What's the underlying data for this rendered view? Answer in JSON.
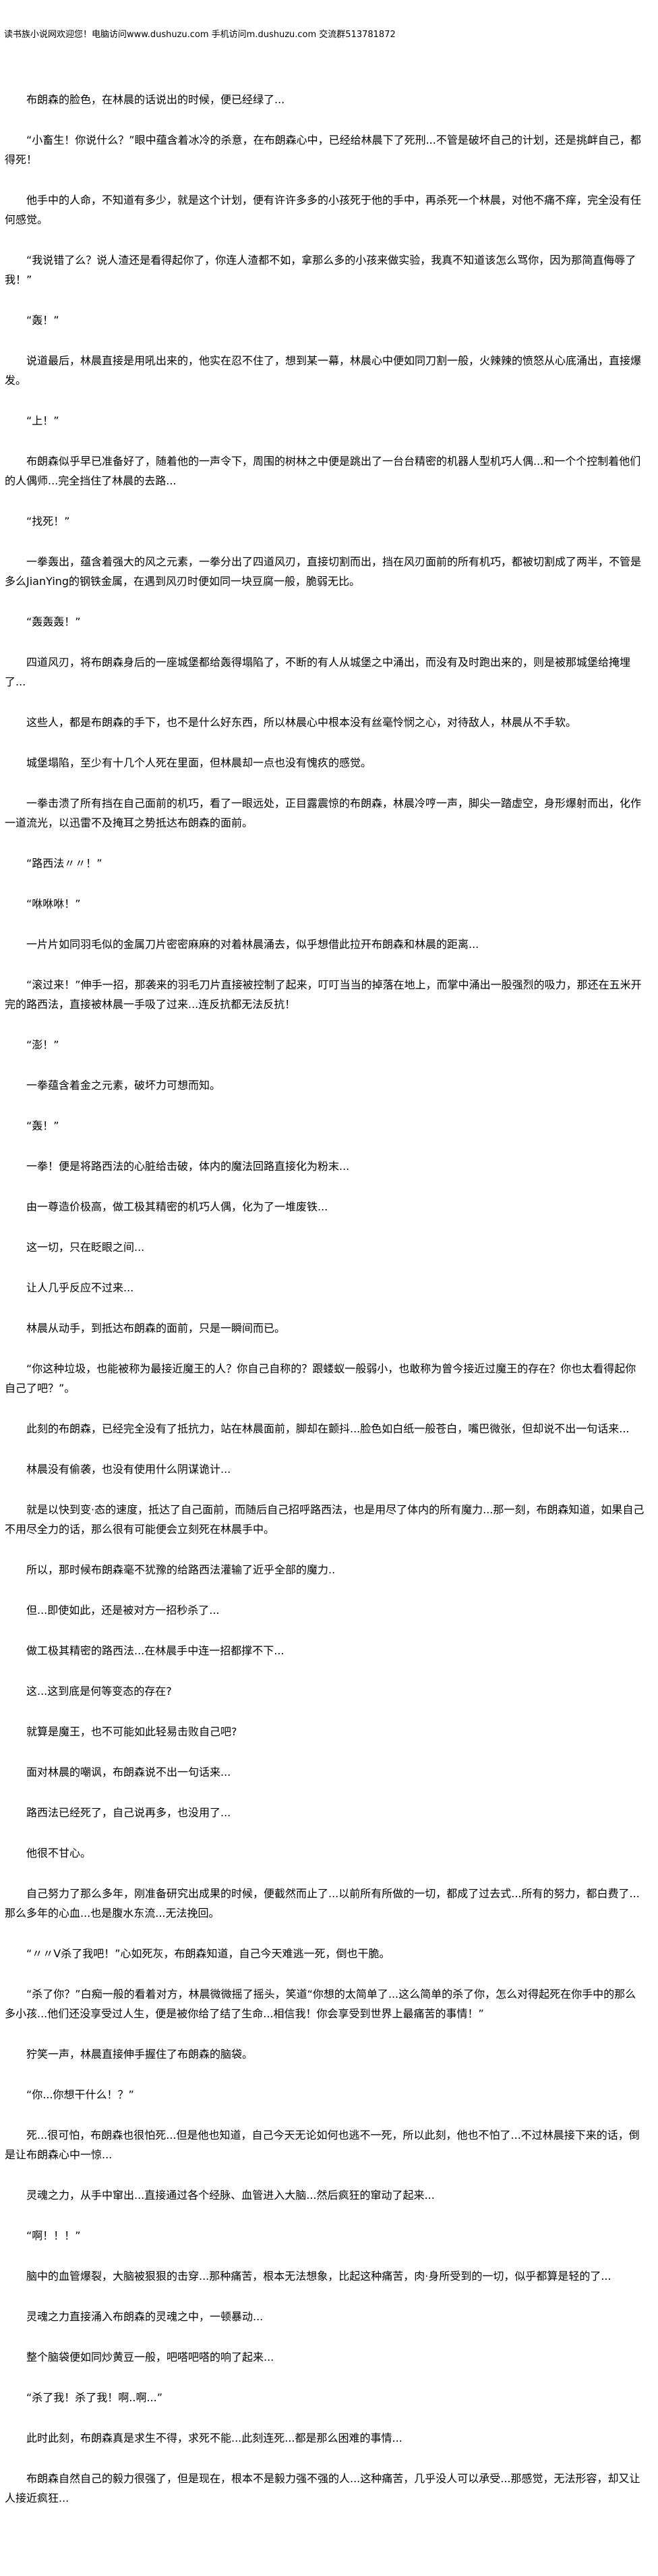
{
  "banner": "读书族小说网欢迎您！电脑访问www.dushuzu.com 手机访问m.dushuzu.com 交流群513781872",
  "paragraphs": [
    "布朗森的脸色，在林晨的话说出的时候，便已经绿了...",
    "“小畜生！你说什么？”眼中蕴含着冰冷的杀意，在布朗森心中，已经给林晨下了死刑...不管是破坏自己的计划，还是挑衅自己，都得死！",
    "他手中的人命，不知道有多少，就是这个计划，便有许许多多的小孩死于他的手中，再杀死一个林晨，对他不痛不痒，完全没有任何感觉。",
    "“我说错了么？说人渣还是看得起你了，你连人渣都不如，拿那么多的小孩来做实验，我真不知道该怎么骂你，因为那简直侮辱了我！”",
    "“轰！”",
    "说道最后，林晨直接是用吼出来的，他实在忍不住了，想到某一幕，林晨心中便如同刀割一般，火辣辣的愤怒从心底涌出，直接爆发。",
    "“上！”",
    "布朗森似乎早已准备好了，随着他的一声令下，周围的树林之中便是跳出了一台台精密的机器人型机巧人偶...和一个个控制着他们的人偶师...完全挡住了林晨的去路...",
    "“找死！”",
    "一拳轰出，蕴含着强大的风之元素，一拳分出了四道风刃，直接切割而出，挡在风刃面前的所有机巧，都被切割成了两半，不管是多么JianYing的钢铁金属，在遇到风刃时便如同一块豆腐一般，脆弱无比。",
    "“轰轰轰！”",
    "四道风刃，将布朗森身后的一座城堡都给轰得塌陷了，不断的有人从城堡之中涌出，而没有及时跑出来的，则是被那城堡给掩埋了...",
    "这些人，都是布朗森的手下，也不是什么好东西，所以林晨心中根本没有丝毫怜悯之心，对待敌人，林晨从不手软。",
    "城堡塌陷，至少有十几个人死在里面，但林晨却一点也没有愧疚的感觉。",
    "一拳击溃了所有挡在自己面前的机巧，看了一眼远处，正目露震惊的布朗森，林晨冷哼一声，脚尖一踏虚空，身形爆射而出，化作一道流光，以迅雷不及掩耳之势抵达布朗森的面前。",
    "“路西法〃〃！”",
    "“咻咻咻！”",
    "一片片如同羽毛似的金属刀片密密麻麻的对着林晨涌去，似乎想借此拉开布朗森和林晨的距离...",
    "“滚过来！”伸手一招，那袭来的羽毛刀片直接被控制了起来，叮叮当当的掉落在地上，而掌中涌出一股强烈的吸力，那还在五米开完的路西法，直接被林晨一手吸了过来...连反抗都无法反抗！",
    "“澎！”",
    "一拳蕴含着金之元素，破坏力可想而知。",
    "“轰！”",
    "一拳！便是将路西法的心脏给击破，体内的魔法回路直接化为粉末...",
    "由一尊造价极高，做工极其精密的机巧人偶，化为了一堆废铁...",
    "这一切，只在眨眼之间...",
    "让人几乎反应不过来...",
    "林晨从动手，到抵达布朗森的面前，只是一瞬间而已。",
    "“你这种垃圾，也能被称为最接近魔王的人？你自己自称的？跟蝼蚁一般弱小，也敢称为曾今接近过魔王的存在？你也太看得起你自己了吧？”。",
    "此刻的布朗森，已经完全没有了抵抗力，站在林晨面前，脚却在颤抖...脸色如白纸一般苍白，嘴巴微张，但却说不出一句话来...",
    "林晨没有偷袭，也没有使用什么阴谋诡计...",
    "就是以快到变·态的速度，抵达了自己面前，而随后自己招呼路西法，也是用尽了体内的所有魔力...那一刻，布朗森知道，如果自己不用尽全力的话，那么很有可能便会立刻死在林晨手中。",
    "所以，那时候布朗森毫不犹豫的给路西法灌输了近乎全部的魔力..",
    "但...即使如此，还是被对方一招秒杀了...",
    "做工极其精密的路西法...在林晨手中连一招都撑不下...",
    "这...这到底是何等变态的存在?",
    "就算是魔王，也不可能如此轻易击败自己吧?",
    "面对林晨的嘲讽，布朗森说不出一句话来...",
    "路西法已经死了，自己说再多，也没用了...",
    "他很不甘心。",
    "自己努力了那么多年，刚准备研究出成果的时候，便截然而止了...以前所有所做的一切，都成了过去式...所有的努力，都白费了...那么多年的心血...也是腹水东流...无法挽回。",
    "“〃〃V杀了我吧！”心如死灰，布朗森知道，自己今天难逃一死，倒也干脆。",
    "“杀了你？”白痴一般的看着对方，林晨微微摇了摇头，笑道“你想的太简单了...这么简单的杀了你，怎么对得起死在你手中的那么多小孩...他们还没享受过人生，便是被你给了结了生命...相信我！你会享受到世界上最痛苦的事情！”",
    "狞笑一声，林晨直接伸手握住了布朗森的脑袋。",
    "“你...你想干什么！？”",
    "死...很可怕，布朗森也很怕死...但是他也知道，自己今天无论如何也逃不一死，所以此刻，他也不怕了...不过林晨接下来的话，倒是让布朗森心中一惊...",
    "灵魂之力，从手中窜出...直接通过各个经脉、血管进入大脑...然后疯狂的窜动了起来...",
    "“啊！！！”",
    "脑中的血管爆裂，大脑被狠狠的击穿...那种痛苦，根本无法想象，比起这种痛苦，肉·身所受到的一切，似乎都算是轻的了...",
    "灵魂之力直接涌入布朗森的灵魂之中，一顿暴动...",
    "整个脑袋便如同炒黄豆一般，吧嗒吧嗒的响了起来...",
    "“杀了我！杀了我！啊..啊...”",
    "此时此刻，布朗森真是求生不得，求死不能...此刻连死...都是那么困难的事情...",
    "布朗森自然自己的毅力很强了，但是现在，根本不是毅力强不强的人...这种痛苦，几乎没人可以承受...那感觉，无法形容，却又让人接近疯狂..."
  ]
}
